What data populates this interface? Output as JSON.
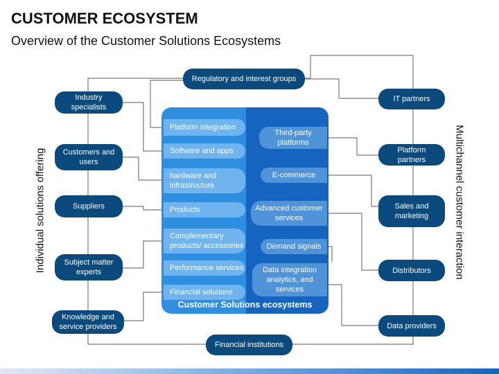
{
  "title": "CUSTOMER ECOSYSTEM",
  "subtitle": "Overview of the Customer Solutions Ecosystems",
  "side_labels": {
    "left": "Individual solutions offering",
    "right": "Multichannel customer interaction"
  },
  "core": {
    "caption": "Customer Solutions ecosystems",
    "left_items": [
      "Platform integration",
      "Software and apps",
      "hardware and infrastructure",
      "Products",
      "Complementary products/ accessories",
      "Performance services",
      "Financial solutions"
    ],
    "right_items": [
      "Third-party platforms",
      "E-commerce",
      "Advanced customer services",
      "Demand signals",
      "Data integration analytics, and services"
    ]
  },
  "nodes": {
    "top": "Regulatory and interest groups",
    "bottom": "Financial institutions",
    "left": [
      "Industry specialists",
      "Customers and users",
      "Suppliers",
      "Subject matter experts",
      "Knowledge and service providers"
    ],
    "right": [
      "IT partners",
      "Platform partners",
      "Sales and marketing",
      "Distributors",
      "Data providers"
    ]
  },
  "colors": {
    "node": "#0b4a7d",
    "core_left": "#2e8fe0",
    "core_right": "#1565c0",
    "pill_left": "#6fb4ef",
    "pill_right": "#4f93d8",
    "connector": "#777777"
  }
}
